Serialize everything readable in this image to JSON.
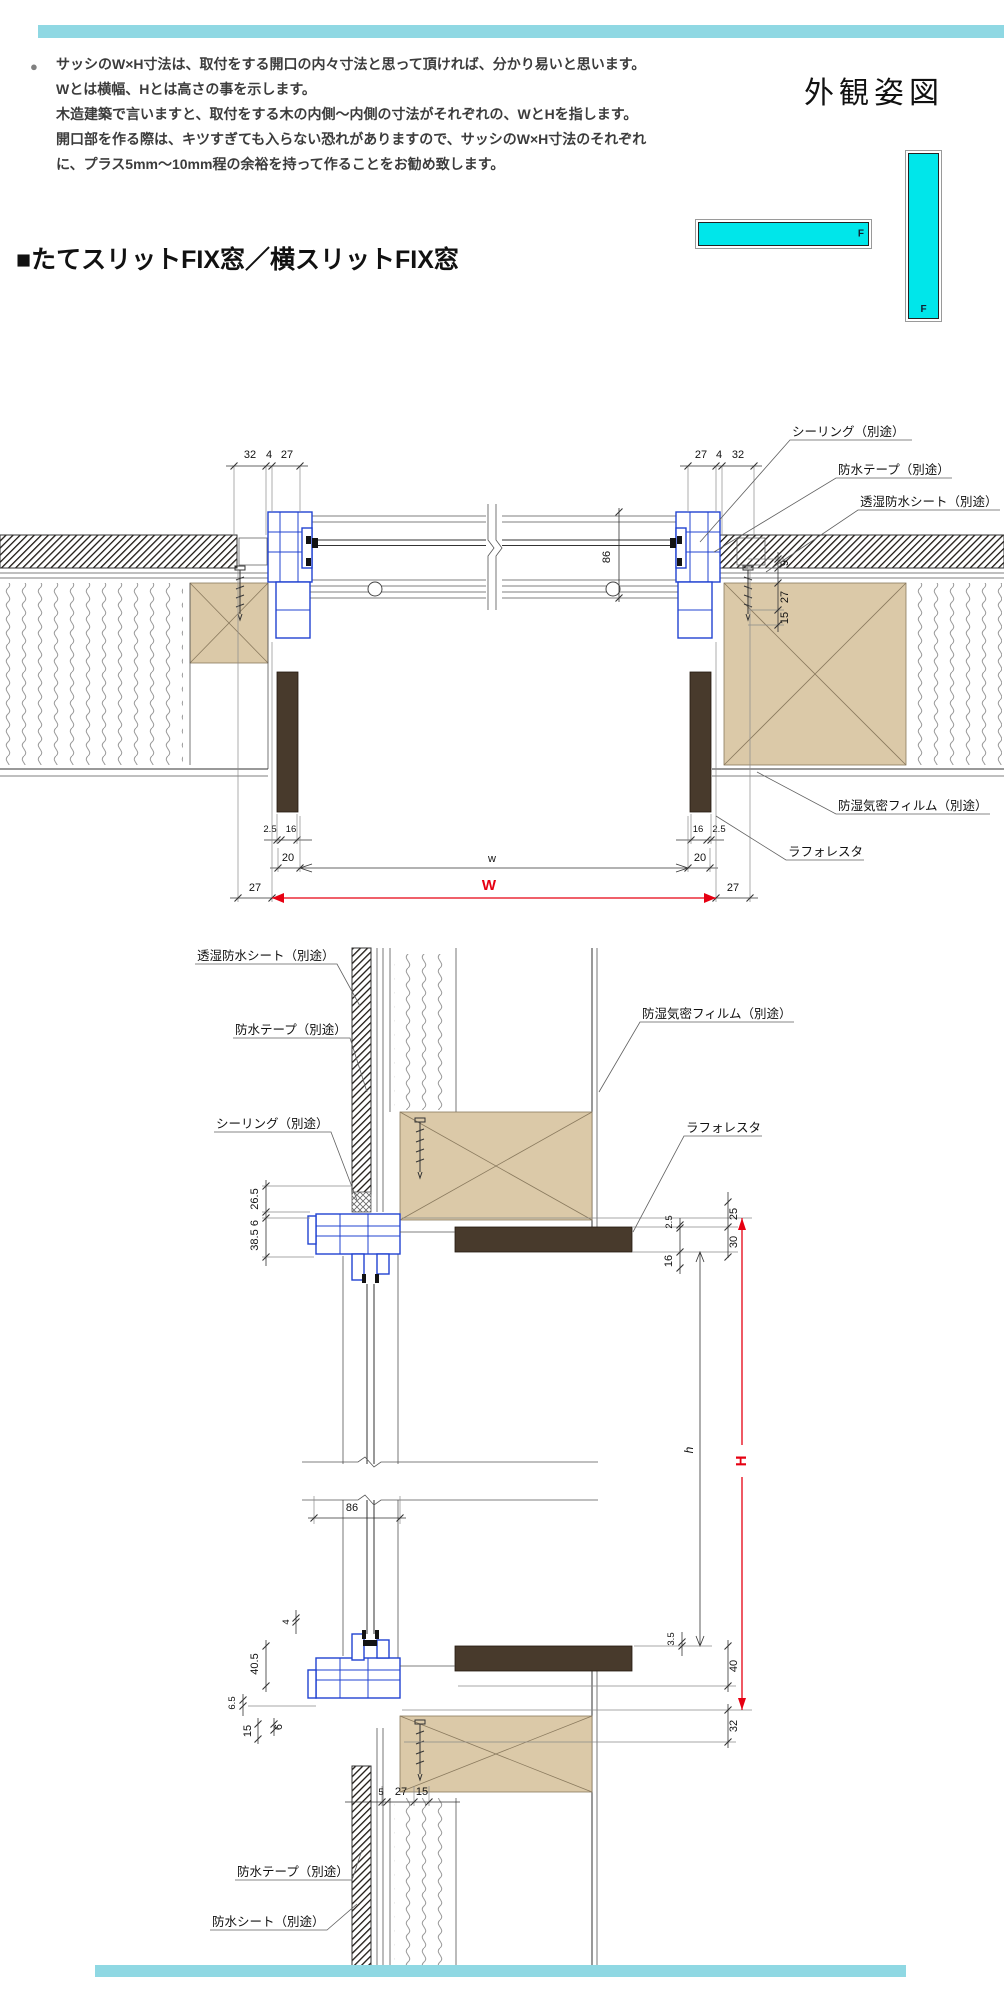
{
  "notes": {
    "bullet": "●",
    "line1": "サッシのW×H寸法は、取付をする開口の内々寸法と思って頂ければ、分かり易いと思います。",
    "line2": "Wとは横幅、Hとは高さの事を示します。",
    "line3": "木造建築で言いますと、取付をする木の内側～内側の寸法がそれぞれの、WとHを指します。",
    "line4": "開口部を作る際は、キツすぎても入らない恐れがありますので、サッシのW×H寸法のそれぞれ",
    "line5": "に、プラス5mm～10mm程の余裕を持って作ることをお勧め致します。"
  },
  "appearance": {
    "title": "外観姿図",
    "horizontal_window_label": "F",
    "vertical_window_label": "F"
  },
  "heading": "■たてスリットFIX窓／横スリットFIX窓",
  "plan": {
    "callouts": {
      "sealing": "シーリング（別途）",
      "tape": "防水テープ（別途）",
      "breathable_sheet": "透湿防水シート（別途）",
      "film": "防湿気密フィルム（別途）",
      "laforesta": "ラフォレスタ"
    },
    "dims": {
      "tl_32": "32",
      "tl_4": "4",
      "tl_27": "27",
      "tr_27": "27",
      "tr_4": "4",
      "tr_32": "32",
      "depth": "86",
      "r_9": "9",
      "r_27": "27",
      "r_15": "15",
      "bl_25": "2.5",
      "bl_16": "16",
      "br_16": "16",
      "br_25": "2.5",
      "edge_l": "20",
      "edge_r": "20",
      "w_inner": "w",
      "wl_27": "27",
      "w_outer": "W",
      "wr_27": "27"
    }
  },
  "vert": {
    "callouts": {
      "breathable_sheet": "透湿防水シート（別途）",
      "tape_top": "防水テープ（別途）",
      "sealing": "シーリング（別途）",
      "film": "防湿気密フィルム（別途）",
      "laforesta": "ラフォレスタ",
      "tape_bottom": "防水テープ（別途）",
      "sheet_bottom": "防水シート（別途）"
    },
    "dims": {
      "lt_265": "26.5",
      "lt_6": "6",
      "lt_385": "38.5",
      "rt_25": "25",
      "rt_25b": "2.5",
      "rt_30": "30",
      "rt_16": "16",
      "h_inner": "h",
      "h_outer": "H",
      "depth": "86",
      "lb_4": "4",
      "lb_405": "40.5",
      "lb_65": "6.5",
      "lb_15": "15",
      "lb_6": "6",
      "rb_35": "3.5",
      "rb_40": "40",
      "rb_32": "32",
      "b_5": "5",
      "b_27": "27",
      "b_15": "15"
    }
  }
}
